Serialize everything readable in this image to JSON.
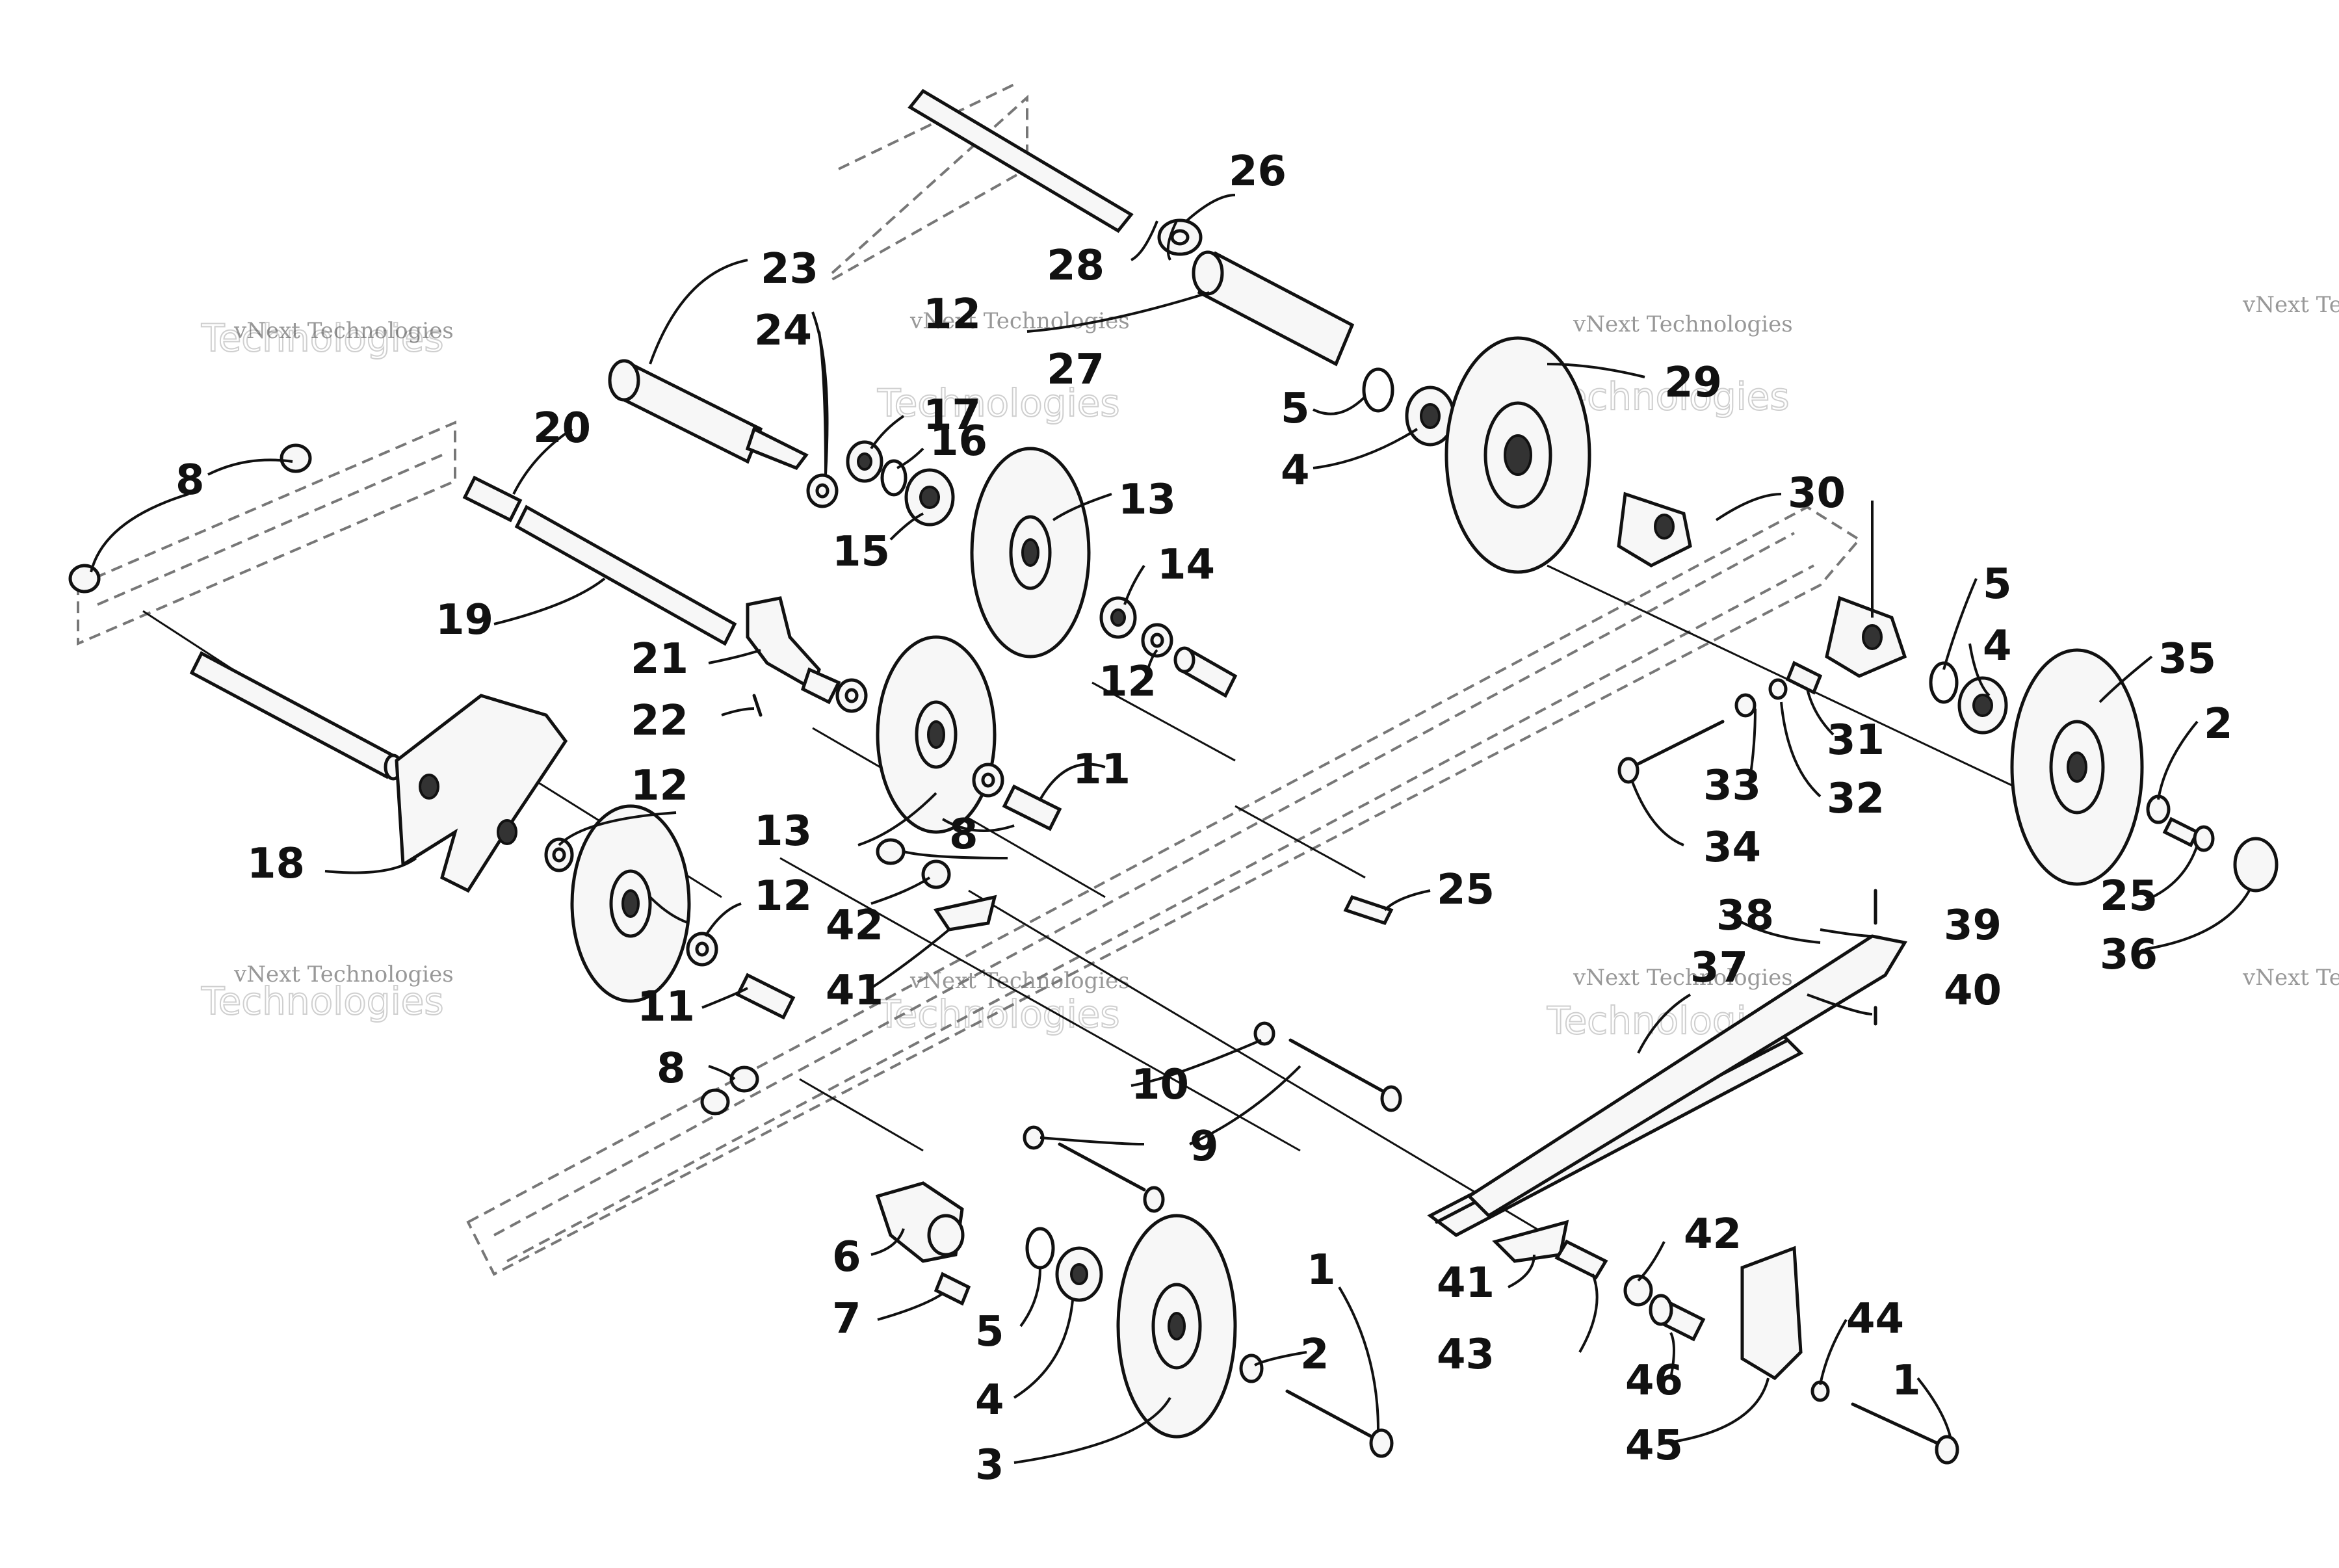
{
  "watermark": {
    "text": "vNext Technologies",
    "big_text": "Technologies"
  },
  "callouts": {
    "c1a": "1",
    "c1b": "1",
    "c2a": "2",
    "c2b": "2",
    "c3": "3",
    "c4a": "4",
    "c4b": "4",
    "c4c": "4",
    "c5a": "5",
    "c5b": "5",
    "c5c": "5",
    "c6": "6",
    "c7": "7",
    "c8a": "8",
    "c8b": "8",
    "c8c": "8",
    "c9": "9",
    "c10": "10",
    "c11a": "11",
    "c11b": "11",
    "c12a": "12",
    "c12b": "12",
    "c12c": "12",
    "c12d": "12",
    "c13a": "13",
    "c13b": "13",
    "c14": "14",
    "c15": "15",
    "c16": "16",
    "c17": "17",
    "c18": "18",
    "c19": "19",
    "c20": "20",
    "c21": "21",
    "c22": "22",
    "c23": "23",
    "c24": "24",
    "c25a": "25",
    "c25b": "25",
    "c26": "26",
    "c27": "27",
    "c28": "28",
    "c29": "29",
    "c30": "30",
    "c31": "31",
    "c32": "32",
    "c33": "33",
    "c34": "34",
    "c35": "35",
    "c36": "36",
    "c37": "37",
    "c38": "38",
    "c39": "39",
    "c40": "40",
    "c41a": "41",
    "c41b": "41",
    "c42a": "42",
    "c42b": "42",
    "c43": "43",
    "c44": "44",
    "c45": "45",
    "c46": "46"
  }
}
